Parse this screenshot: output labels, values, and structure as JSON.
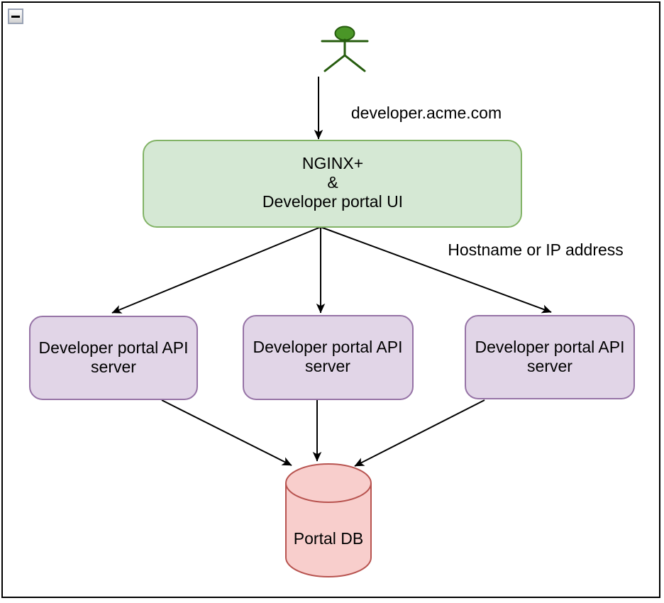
{
  "labels": {
    "user_edge": "developer.acme.com",
    "backend_edge": "Hostname or IP address"
  },
  "nodes": {
    "nginx": {
      "lines": [
        "NGINX+",
        "&",
        "Developer portal UI"
      ]
    },
    "api_servers": [
      {
        "lines": [
          "Developer portal API",
          "server"
        ]
      },
      {
        "lines": [
          "Developer portal API",
          "server"
        ]
      },
      {
        "lines": [
          "Developer portal API",
          "server"
        ]
      }
    ],
    "database": {
      "label": "Portal DB"
    }
  },
  "colors": {
    "canvas_bg": "#ffffff",
    "frame_border": "#000000",
    "edge": "#000000",
    "nginx_fill": "#d5e8d4",
    "nginx_stroke": "#82b366",
    "api_fill": "#e1d5e7",
    "api_stroke": "#9673a6",
    "db_fill": "#f8cecc",
    "db_stroke": "#b85450",
    "actor_fill": "#4a9627",
    "actor_stroke": "#265c0e"
  }
}
